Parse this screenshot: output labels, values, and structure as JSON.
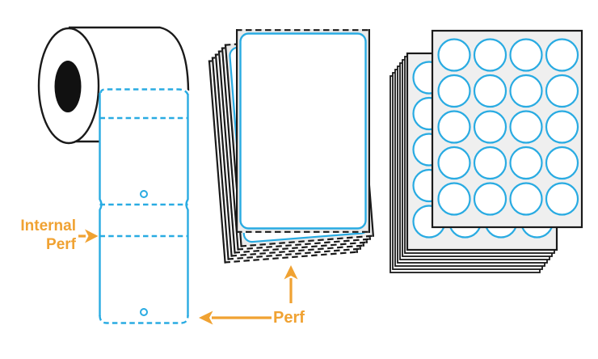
{
  "diagram": {
    "annotations": {
      "internal_perf": "Internal\nPerf",
      "perf": "Perf"
    },
    "colors": {
      "label_blue": "#29ABE2",
      "annotation_orange": "#F0A232",
      "outline_black": "#1A1A1A",
      "sheet_gray": "#EFEFEF",
      "margin_gray": "#EBEBEB",
      "core_black": "#111111"
    },
    "roll_strip": {
      "labels_hanging": 2,
      "internal_perfs_per_label": 1,
      "holes_per_label": 1
    },
    "middle_stack": {
      "sheets": 7
    },
    "right_stack": {
      "sheets": 9,
      "circle_columns": 4,
      "circle_rows": 5
    }
  }
}
